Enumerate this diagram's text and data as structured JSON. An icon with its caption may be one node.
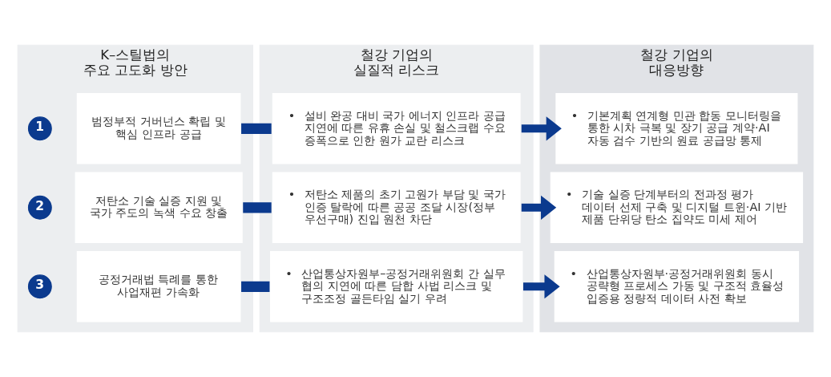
{
  "diagram": {
    "nodes": [
      {
        "text": [
          "K–스틸법의 주요 고도화 방안"
        ]
      },
      {
        "text": [
          "1"
        ],
        "in": 0
      },
      {
        "text": [
          "범정부적 거버넌스 확립 및 핵심 인프라 공급"
        ],
        "in": 0
      },
      {
        "text": [
          "2"
        ],
        "in": 0
      },
      {
        "text": [
          "저탄소 기술 실증 지원 및 국가 주도의 녹색 수요 창출"
        ],
        "in": 0
      },
      {
        "text": [
          "3"
        ],
        "in": 0
      },
      {
        "text": [
          "공정거래법 특례를 통한 사업재편 가속화"
        ],
        "in": 0
      },
      {
        "text": [
          "철강 기업의 실질적 리스크"
        ]
      },
      {
        "text": [
          "• 설비 완공 대비 국가 에너지 인프라 공급 지연에 따른 유휴 손실 및 철스크랩 수요 증폭으로 인한 원가 교란 리스크"
        ],
        "in": 7
      },
      {
        "text": [
          "• 저탄소 제품의 초기 고원가 부담 및 국가 인증 탈락에 따른 공공 조달 시장(정부 우선구매) 진입 원천 차단"
        ],
        "in": 7
      },
      {
        "text": [
          "• 산업통상자원부–공정거래위원회 간 실무 협의 지연에 따른 담합 사법 리스크 및 구조조정 골든타임 실기 우려"
        ],
        "in": 7
      },
      {
        "text": [
          "철강 기업의 대응방향"
        ]
      },
      {
        "text": [
          "• 기본계획 연계형 민관 합동 모니터링을 통한 시차 극복 및 장기 공급 계약·AI 자동 검수 기반의 원료 공급망 통제"
        ],
        "in": 11
      },
      {
        "text": [
          "• 기술 실증 단계부터의 전과정 평가 데이터 선제 구축 및 디지털 트윈·AI 기반 제품 단위당 탄소 집약도 미세 제어"
        ],
        "in": 11
      },
      {
        "text": [
          "• 산업통상자원부·공정거래위원회 동시 공략형 프로세스 가동 및 구조적 효율성 입증용 정량적 데이터 사전 확보"
        ],
        "in": 11
      }
    ],
    "edges": [
      {
        "from": 2,
        "to": 8,
        "arrow": "none"
      },
      {
        "from": 4,
        "to": 9,
        "arrow": "none"
      },
      {
        "from": 6,
        "to": 10,
        "arrow": "none"
      },
      {
        "from": 8,
        "to": 12,
        "arrow": "to"
      },
      {
        "from": 9,
        "to": 13,
        "arrow": "to"
      },
      {
        "from": 10,
        "to": 14,
        "arrow": "to"
      }
    ]
  }
}
